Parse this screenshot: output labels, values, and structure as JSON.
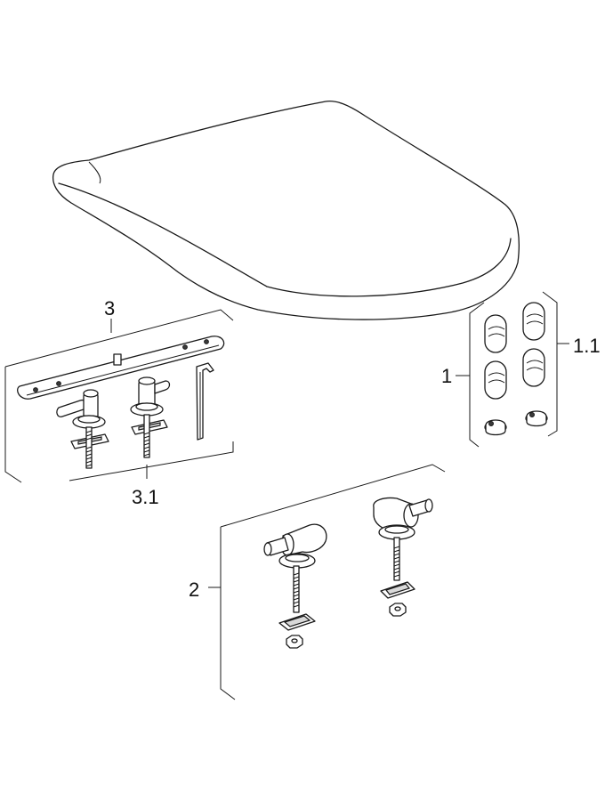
{
  "labels": {
    "seat_kit": "1",
    "buffers": "1.1",
    "hinge_set": "2",
    "mounting_plate": "3",
    "plate_bolts": "3.1"
  }
}
